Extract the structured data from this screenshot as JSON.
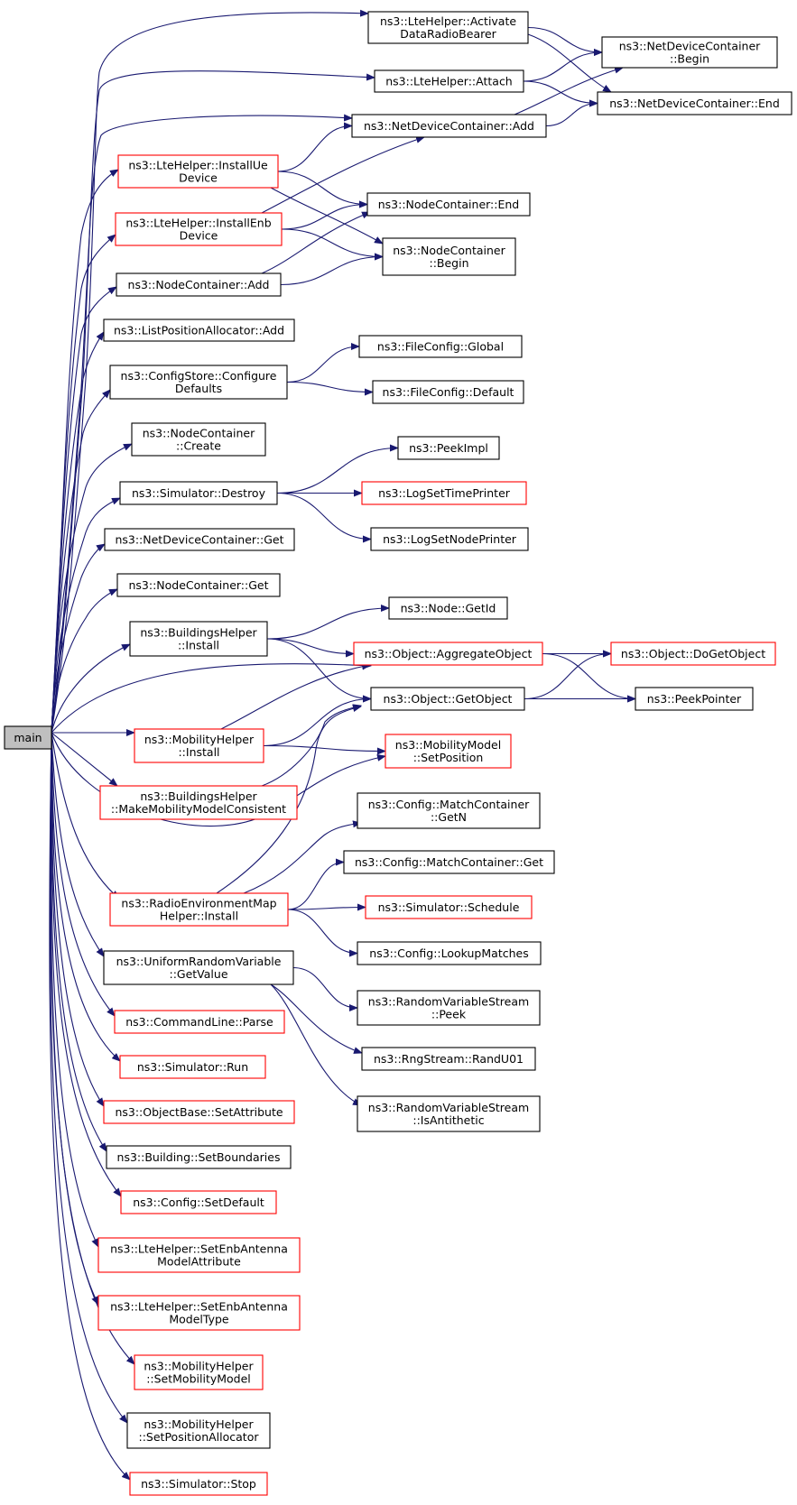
{
  "colors": {
    "edge": "#191970",
    "node_border_default": "#000000",
    "node_border_undocumented": "#ff0000",
    "root_fill": "#bfbfbf"
  },
  "nodes": {
    "main": {
      "lines": [
        "main"
      ],
      "style": "root"
    },
    "activate": {
      "lines": [
        "ns3::LteHelper::Activate",
        "DataRadioBearer"
      ],
      "style": "black"
    },
    "ndcbegin": {
      "lines": [
        "ns3::NetDeviceContainer",
        "::Begin"
      ],
      "style": "black"
    },
    "attach": {
      "lines": [
        "ns3::LteHelper::Attach"
      ],
      "style": "black"
    },
    "ndcend": {
      "lines": [
        "ns3::NetDeviceContainer::End"
      ],
      "style": "black"
    },
    "ndcadd": {
      "lines": [
        "ns3::NetDeviceContainer::Add"
      ],
      "style": "black"
    },
    "installue": {
      "lines": [
        "ns3::LteHelper::InstallUe",
        "Device"
      ],
      "style": "red"
    },
    "ncend": {
      "lines": [
        "ns3::NodeContainer::End"
      ],
      "style": "black"
    },
    "installenb": {
      "lines": [
        "ns3::LteHelper::InstallEnb",
        "Device"
      ],
      "style": "red"
    },
    "ncbegin": {
      "lines": [
        "ns3::NodeContainer",
        "::Begin"
      ],
      "style": "black"
    },
    "ncadd": {
      "lines": [
        "ns3::NodeContainer::Add"
      ],
      "style": "black"
    },
    "lpaadd": {
      "lines": [
        "ns3::ListPositionAllocator::Add"
      ],
      "style": "black"
    },
    "configstore": {
      "lines": [
        "ns3::ConfigStore::Configure",
        "Defaults"
      ],
      "style": "black"
    },
    "fcglobal": {
      "lines": [
        "ns3::FileConfig::Global"
      ],
      "style": "black"
    },
    "fcdefault": {
      "lines": [
        "ns3::FileConfig::Default"
      ],
      "style": "black"
    },
    "nccreate": {
      "lines": [
        "ns3::NodeContainer",
        "::Create"
      ],
      "style": "black"
    },
    "simdestroy": {
      "lines": [
        "ns3::Simulator::Destroy"
      ],
      "style": "black"
    },
    "peekimpl": {
      "lines": [
        "ns3::PeekImpl"
      ],
      "style": "black"
    },
    "logtime": {
      "lines": [
        "ns3::LogSetTimePrinter"
      ],
      "style": "red"
    },
    "lognode": {
      "lines": [
        "ns3::LogSetNodePrinter"
      ],
      "style": "black"
    },
    "ndcget": {
      "lines": [
        "ns3::NetDeviceContainer::Get"
      ],
      "style": "black"
    },
    "ncget": {
      "lines": [
        "ns3::NodeContainer::Get"
      ],
      "style": "black"
    },
    "nodegetid": {
      "lines": [
        "ns3::Node::GetId"
      ],
      "style": "black"
    },
    "bhinstall": {
      "lines": [
        "ns3::BuildingsHelper",
        "::Install"
      ],
      "style": "black"
    },
    "aggregate": {
      "lines": [
        "ns3::Object::AggregateObject"
      ],
      "style": "red"
    },
    "dogetobject": {
      "lines": [
        "ns3::Object::DoGetObject"
      ],
      "style": "red"
    },
    "getobject": {
      "lines": [
        "ns3::Object::GetObject"
      ],
      "style": "black"
    },
    "peekpointer": {
      "lines": [
        "ns3::PeekPointer"
      ],
      "style": "black"
    },
    "mhinstall": {
      "lines": [
        "ns3::MobilityHelper",
        "::Install"
      ],
      "style": "red"
    },
    "setposition": {
      "lines": [
        "ns3::MobilityModel",
        "::SetPosition"
      ],
      "style": "red"
    },
    "bhmake": {
      "lines": [
        "ns3::BuildingsHelper",
        "::MakeMobilityModelConsistent"
      ],
      "style": "red"
    },
    "mcgetn": {
      "lines": [
        "ns3::Config::MatchContainer",
        "::GetN"
      ],
      "style": "black"
    },
    "mcget": {
      "lines": [
        "ns3::Config::MatchContainer::Get"
      ],
      "style": "black"
    },
    "remhelper": {
      "lines": [
        "ns3::RadioEnvironmentMap",
        "Helper::Install"
      ],
      "style": "red"
    },
    "schedule": {
      "lines": [
        "ns3::Simulator::Schedule"
      ],
      "style": "red"
    },
    "lookup": {
      "lines": [
        "ns3::Config::LookupMatches"
      ],
      "style": "black"
    },
    "urv": {
      "lines": [
        "ns3::UniformRandomVariable",
        "::GetValue"
      ],
      "style": "black"
    },
    "rvspeek": {
      "lines": [
        "ns3::RandomVariableStream",
        "::Peek"
      ],
      "style": "black"
    },
    "cmdparse": {
      "lines": [
        "ns3::CommandLine::Parse"
      ],
      "style": "red"
    },
    "randu01": {
      "lines": [
        "ns3::RngStream::RandU01"
      ],
      "style": "black"
    },
    "simrun": {
      "lines": [
        "ns3::Simulator::Run"
      ],
      "style": "red"
    },
    "isanti": {
      "lines": [
        "ns3::RandomVariableStream",
        "::IsAntithetic"
      ],
      "style": "black"
    },
    "setattr": {
      "lines": [
        "ns3::ObjectBase::SetAttribute"
      ],
      "style": "red"
    },
    "setbounds": {
      "lines": [
        "ns3::Building::SetBoundaries"
      ],
      "style": "black"
    },
    "setdefault": {
      "lines": [
        "ns3::Config::SetDefault"
      ],
      "style": "red"
    },
    "antattr": {
      "lines": [
        "ns3::LteHelper::SetEnbAntenna",
        "ModelAttribute"
      ],
      "style": "red"
    },
    "anttype": {
      "lines": [
        "ns3::LteHelper::SetEnbAntenna",
        "ModelType"
      ],
      "style": "red"
    },
    "setmobmodel": {
      "lines": [
        "ns3::MobilityHelper",
        "::SetMobilityModel"
      ],
      "style": "red"
    },
    "setposalloc": {
      "lines": [
        "ns3::MobilityHelper",
        "::SetPositionAllocator"
      ],
      "style": "black"
    },
    "simstop": {
      "lines": [
        "ns3::Simulator::Stop"
      ],
      "style": "red"
    }
  },
  "edges": [
    [
      "main",
      "activate"
    ],
    [
      "main",
      "attach"
    ],
    [
      "main",
      "ndcadd"
    ],
    [
      "main",
      "installue"
    ],
    [
      "main",
      "installenb"
    ],
    [
      "main",
      "ncadd"
    ],
    [
      "main",
      "lpaadd"
    ],
    [
      "main",
      "configstore"
    ],
    [
      "main",
      "nccreate"
    ],
    [
      "main",
      "simdestroy"
    ],
    [
      "main",
      "ndcget"
    ],
    [
      "main",
      "ncget"
    ],
    [
      "main",
      "bhinstall"
    ],
    [
      "main",
      "getobject"
    ],
    [
      "main",
      "mhinstall"
    ],
    [
      "main",
      "bhmake"
    ],
    [
      "main",
      "setposition"
    ],
    [
      "main",
      "remhelper"
    ],
    [
      "main",
      "urv"
    ],
    [
      "main",
      "cmdparse"
    ],
    [
      "main",
      "simrun"
    ],
    [
      "main",
      "setattr"
    ],
    [
      "main",
      "setbounds"
    ],
    [
      "main",
      "setdefault"
    ],
    [
      "main",
      "antattr"
    ],
    [
      "main",
      "anttype"
    ],
    [
      "main",
      "setmobmodel"
    ],
    [
      "main",
      "setposalloc"
    ],
    [
      "main",
      "simstop"
    ],
    [
      "activate",
      "ndcbegin"
    ],
    [
      "activate",
      "ndcend"
    ],
    [
      "attach",
      "ndcbegin"
    ],
    [
      "attach",
      "ndcend"
    ],
    [
      "ndcadd",
      "ndcbegin"
    ],
    [
      "ndcadd",
      "ndcend"
    ],
    [
      "installue",
      "ndcadd"
    ],
    [
      "installue",
      "ncend"
    ],
    [
      "installue",
      "ncbegin"
    ],
    [
      "installenb",
      "ndcadd"
    ],
    [
      "installenb",
      "ncend"
    ],
    [
      "installenb",
      "ncbegin"
    ],
    [
      "ncadd",
      "ncend"
    ],
    [
      "ncadd",
      "ncbegin"
    ],
    [
      "configstore",
      "fcglobal"
    ],
    [
      "configstore",
      "fcdefault"
    ],
    [
      "simdestroy",
      "peekimpl"
    ],
    [
      "simdestroy",
      "logtime"
    ],
    [
      "simdestroy",
      "lognode"
    ],
    [
      "bhinstall",
      "nodegetid"
    ],
    [
      "bhinstall",
      "aggregate"
    ],
    [
      "bhinstall",
      "getobject"
    ],
    [
      "aggregate",
      "dogetobject"
    ],
    [
      "aggregate",
      "peekpointer"
    ],
    [
      "getobject",
      "dogetobject"
    ],
    [
      "getobject",
      "peekpointer"
    ],
    [
      "mhinstall",
      "aggregate"
    ],
    [
      "mhinstall",
      "getobject"
    ],
    [
      "mhinstall",
      "setposition"
    ],
    [
      "bhmake",
      "getobject"
    ],
    [
      "remhelper",
      "getobject"
    ],
    [
      "remhelper",
      "mcgetn"
    ],
    [
      "remhelper",
      "mcget"
    ],
    [
      "remhelper",
      "schedule"
    ],
    [
      "remhelper",
      "lookup"
    ],
    [
      "urv",
      "rvspeek"
    ],
    [
      "urv",
      "randu01"
    ],
    [
      "urv",
      "isanti"
    ]
  ]
}
